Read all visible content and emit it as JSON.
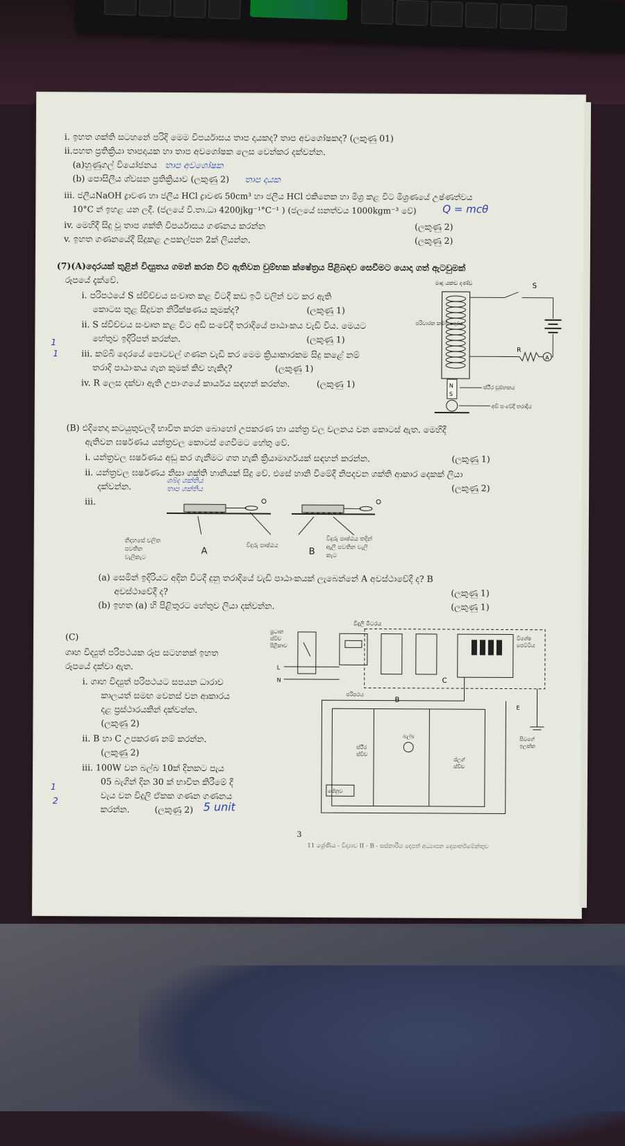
{
  "part1": {
    "i": "i.   ඉහත ශක්ති සටහනේ පරිදි මෙම විපර්යාසය තාප දායකද? තාප අවශෝෂකද? (ලකුණු 01)",
    "ii": "ii.පහත ප්‍රතික්‍රියා තාපදායක හා තාප අවශෝෂක ලෙස වෙන්කර දක්වන්න.",
    "iia": "(a)හුණුගල් වියෝජනය",
    "iia_ans": "තාප අවශෝෂක",
    "iib": "(b) පොසිලීය ශ්වසන ප්‍රතික්‍රියාව (ලකුණු 2)",
    "iib_ans": "තාප දායක",
    "iii_1": "iii.  ජලීයNaOH ද්‍රාවණ හා ජලීය HCl ද්‍රාවණ 50cm³ හා ජලීය HCl එකිනෙක හා මිශ්‍ර කළ විට මිශ්‍රණයේ උෂ්ණත්වය",
    "iii_2": "10°C න් ඉහළ යන ලදී. (ජලයේ වි.තා.ධා 4200jkg⁻¹°C⁻¹ ) (ජලයේ ඝනත්වය 1000kgm⁻³ වේ)",
    "iii_ans": "Q = mcθ",
    "iv": "iv.  මෙහිදී සිදු වූ තාප ශක්ති විපර්යාසය ගණනය කරන්න",
    "iv_marks": "(ලකුණු 2)",
    "v": "v.  ඉහත ගණනයේදී සිදුකළ උපකල්පන 2ක් ලියන්න.",
    "v_marks": "(ලකුණු 2)"
  },
  "q7a": {
    "intro_1": "(7)(A)දොරයක් තුළින් විද්‍යුතය ගමන් කරන විට ඇතිවන චුම්භක ක්ෂේත්‍රය පිළිබඳව සෙවීමට යොදා ගත් ඇටවුමක්",
    "intro_2": "රූපයේ දැක්වේ.",
    "i_1": "i.  පරිපථයේ S ස්විච්චය සංවෘත කළ විටදී කඩ ඉටි වලින් වට කර ඇති",
    "i_2": "කොටස තුළ සිදුවන නිරීක්ෂණය කුමක්ද?",
    "i_marks": "(ලකුණු 1)",
    "ii_1": "ii.  S ස්විච්චය සංවෘත කළ විට අඩි සංවේදී තරාදියේ පාඨාංකය වැඩි විය. මෙයට",
    "ii_2": "හේතුව ඉදිරිපත් කරන්න.",
    "ii_marks": "(ලකුණු 1)",
    "iii_1": "iii. කම්බි දොරයේ පොටවල් ගණන වැඩි කර මෙම ක්‍රියාකාරකම සිදු කළේ නම්",
    "iii_2": "තරාදි පාඨාංකය ගැන කුමක් කිව හැකිද?",
    "iii_marks": "(ලකුණු 1)",
    "iv": "iv. R ලෙස දක්වා ඇති උපාංගයේ කාර්යය සඳහන් කරන්න.",
    "iv_marks": "(ලකුණු 1)",
    "fig": {
      "top_label": "මෘදු යකඩ දණ්ඩ",
      "s": "S",
      "coil_label": "පරිවාරක කම්බි දොරය",
      "r": "R",
      "a": "A",
      "n": "N",
      "magnet_label": "ස්ථිර චුම්භකය",
      "scale_label": "අඩි සංවේදී තරාදිය"
    }
  },
  "q7b": {
    "intro_1": "(B) එදිනෙදා කටයුතුවලදී භාවිත කරන බොහෝ උපකරණ හා යන්ත්‍ර වල චලනය වන කොටස් ඇත. මෙහිදී",
    "intro_2": "ඇතිවන ඝර්ෂණය යන්ත්‍රවල කොටස් ගෙවීමට හේතු වේ.",
    "i": "i.  යන්ත්‍රවල ඝර්ෂණය අඩු කර ගැනීමට ගත හැකි ක්‍රියාමාර්ගයක් සඳහන් කරන්න.",
    "i_marks": "(ලකුණු 1)",
    "ii_1": "ii.  යන්ත්‍රවල ඝර්ෂණය නිසා ශක්ති හානියක් සිදු වේ. එසේ හානි වීමේදී නිපදවන ශක්ති ආකාර දෙකක් ලියා",
    "ii_2": "දක්වන්න.",
    "ii_ans_1": "ශබ්ද ශක්තිය",
    "ii_ans_2": "තාප ශක්තිය",
    "ii_marks": "(ලකුණු 2)",
    "iii": "iii.",
    "fig": {
      "label_a1": "නිදහසේ චලිත",
      "label_a2": "පවතින",
      "label_a3": "වැලිකැට",
      "a": "A",
      "label_block": "විදුරු පෘෂ්ඨය",
      "b": "B",
      "label_b1": "විදුරු පෘෂ්ඨය තදින්",
      "label_b2": "ඇලී පවතින වැලි",
      "label_b3": "කැට"
    },
    "a_1": "(a)  සෙමින් ඉදිරියට අදින විටදී දුනු තරාදියේ වැඩි පාඨාංකයක් ලැබෙන්නේ A අවස්ථාවේදී ද? B",
    "a_2": "අවස්ථාවේදී ද?",
    "a_marks": "(ලකුණු 1)",
    "b": "(b)  ඉහත (a) හි පිළිතුරට හේතුව ලියා දක්වන්න.",
    "b_marks": "(ලකුණු 1)"
  },
  "q7c": {
    "head": "(C)",
    "intro_1": "ගෘහ විද්‍යුත් පරිපථයක රූප සටහනක් ඉහත",
    "intro_2": "රූපයේ දක්වා ඇත.",
    "i_1": "i.   ගෘහ විද්‍යුත් පරිපථයට සපයන ධාරාව",
    "i_2": "කාලයත් සමඟ වෙනස් වන ආකාරය",
    "i_3": "දළ ප්‍රස්ථාරයකින් දක්වන්න.",
    "i_marks": "(ලකුණු 2)",
    "ii_1": "ii.  B හා C උපකරණ නම් කරන්න.",
    "ii_marks": "(ලකුණු 2)",
    "iii_1": "iii.  100W වන බල්බ 10ක් දිනකට පැය",
    "iii_2": "05 බැගින් දින 30 ක් භාවිත කිරීමේ දී",
    "iii_3": "වැය වන විදුලි ඒකක ගණන ගණනය",
    "iii_4": "කරන්න.",
    "iii_marks": "(ලකුණු 2)",
    "iii_ans": "5 unit",
    "fig": {
      "top": "විදුලි මීටරය",
      "left1": "ප්‍රධාන",
      "left2": "ස්විච",
      "left3": "පිළිකාව",
      "right1": "විශේෂ",
      "right2": "පෙට්ටිය",
      "c": "C",
      "b": "B",
      "mid": "පරිපථය",
      "e": "E",
      "earth1": "සිටගේ",
      "earth2": "ඉලක්ක",
      "bulb": "බල්බ",
      "sw1": "ස්ථිර",
      "sw2": "ස්විච",
      "sock": "පේනුව",
      "sw3": "ප්ලග්",
      "sw4": "ස්විච",
      "l": "L",
      "n": "N"
    }
  },
  "margin": {
    "left1": "1",
    "left2": "1",
    "left3": "1",
    "left4": "2"
  },
  "page": {
    "number": "3",
    "footer": "11 ශ්‍රේණිය - විද්‍යාව  II - B  - සස්නාරිය දෙපත් අධ්‍යාපන දෙපාර්තමේන්තුව"
  }
}
